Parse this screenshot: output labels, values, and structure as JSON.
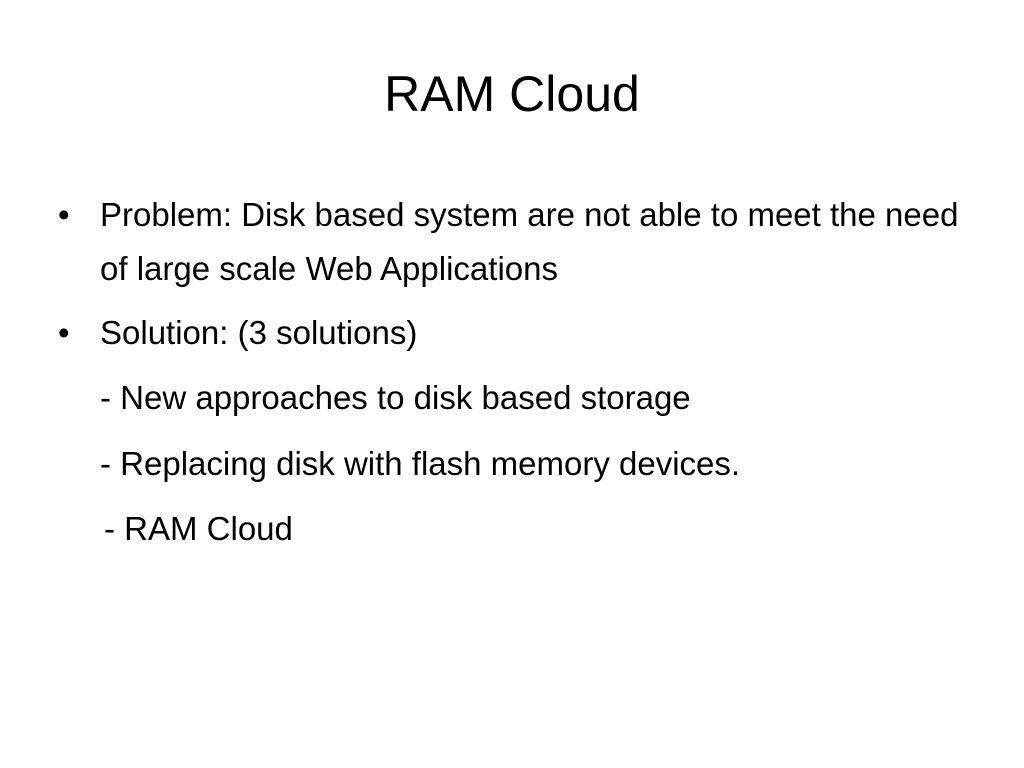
{
  "slide": {
    "title": "RAM Cloud",
    "bullets": [
      {
        "marker": "•",
        "text": "Problem: Disk based system are not able to meet the need of large scale Web Applications"
      },
      {
        "marker": "•",
        "text": "Solution: (3 solutions)"
      }
    ],
    "sub_items": [
      "- New approaches to disk based storage",
      "- Replacing disk with flash memory devices.",
      "- RAM Cloud"
    ]
  }
}
